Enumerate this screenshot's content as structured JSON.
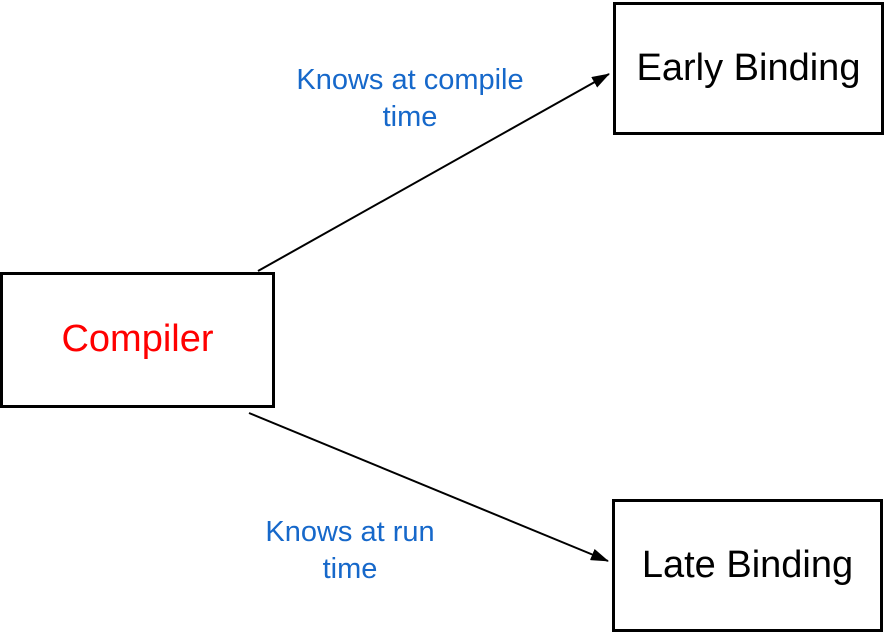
{
  "diagram": {
    "background_color": "#ffffff",
    "box_border_color": "#000000",
    "nodes": [
      {
        "id": "compiler",
        "label": "Compiler",
        "text_color": "#FF0000"
      },
      {
        "id": "early-binding",
        "label": "Early Binding",
        "text_color": "#000000"
      },
      {
        "id": "late-binding",
        "label": "Late Binding",
        "text_color": "#000000"
      }
    ],
    "edges": [
      {
        "from": "compiler",
        "to": "early-binding",
        "label_color": "#1668CA",
        "arrow_color": "#000000",
        "lines": [
          "Knows at compile",
          "time"
        ]
      },
      {
        "from": "compiler",
        "to": "late-binding",
        "label_color": "#1668CA",
        "arrow_color": "#000000",
        "lines": [
          "Knows at run",
          "time"
        ]
      }
    ]
  }
}
